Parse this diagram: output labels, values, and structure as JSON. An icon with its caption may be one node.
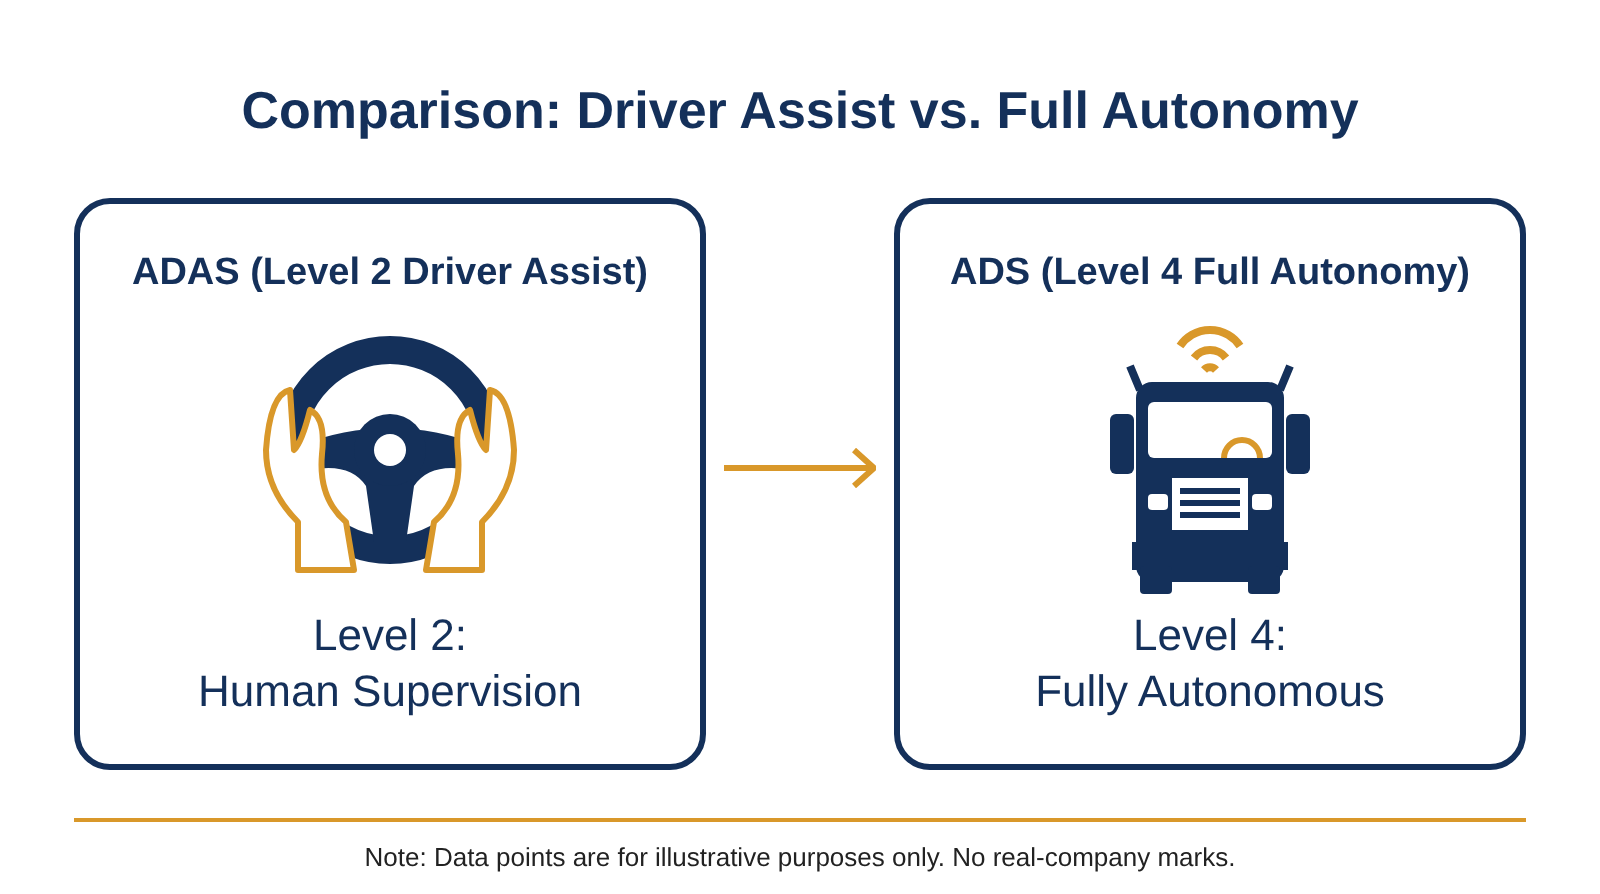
{
  "diagram": {
    "title": "Comparison: Driver Assist vs. Full Autonomy",
    "nodes": [
      {
        "text": [
          "ADAS (Level 2 Driver Assist)",
          "Level 2:",
          "Human Supervision"
        ]
      },
      {
        "text": [
          "ADS (Level 4 Full Autonomy)",
          "Level 4:",
          "Fully Autonomous"
        ]
      }
    ],
    "edges": [
      {
        "from": 0,
        "to": 1,
        "arrow": "to"
      }
    ],
    "labels": [
      "Note: Data points are for illustrative purposes only. No real-company marks."
    ]
  }
}
